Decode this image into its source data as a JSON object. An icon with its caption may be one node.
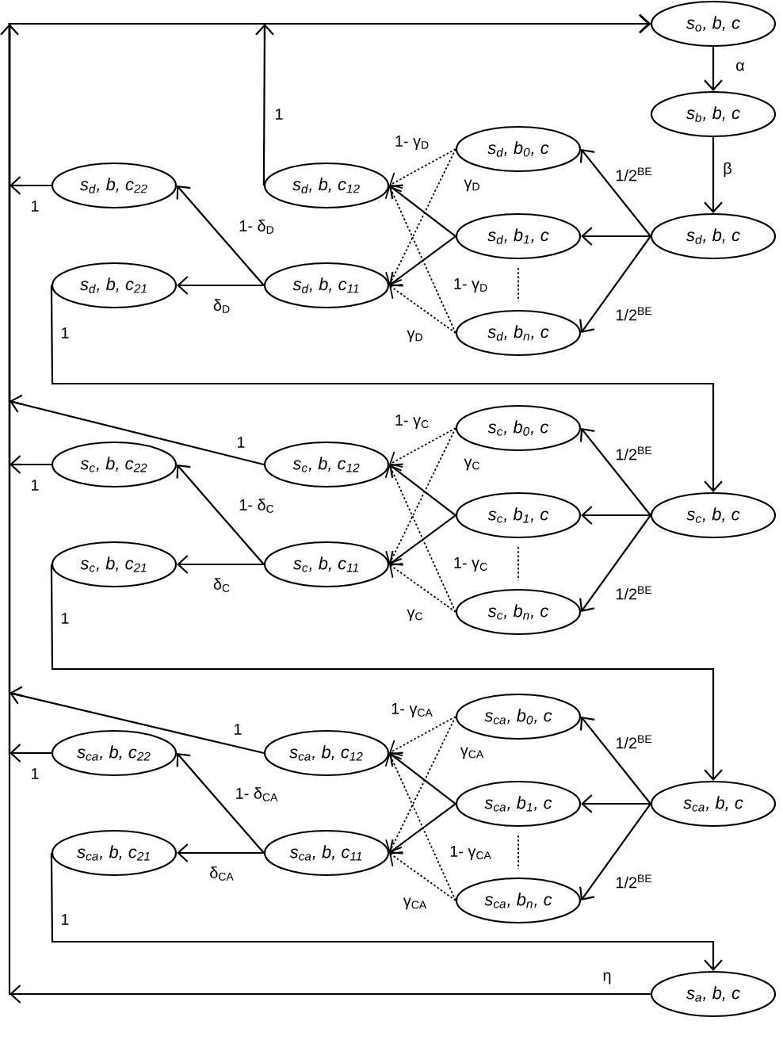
{
  "diagram": {
    "nodes": [
      {
        "text": [
          "s$_{o}$, b, c"
        ]
      },
      {
        "text": [
          "s$_{b}$, b, c"
        ]
      },
      {
        "text": [
          "s$_{d}$, b$_{0}$, c"
        ]
      },
      {
        "text": [
          "s$_{d}$, b, c$_{22}$"
        ]
      },
      {
        "text": [
          "s$_{d}$, b, c$_{12}$"
        ]
      },
      {
        "text": [
          "s$_{d}$, b$_{1}$, c"
        ]
      },
      {
        "text": [
          "s$_{d}$, b, c"
        ]
      },
      {
        "text": [
          "s$_{d}$, b, c$_{21}$"
        ]
      },
      {
        "text": [
          "s$_{d}$, b, c$_{11}$"
        ]
      },
      {
        "text": [
          "s$_{d}$, b$_{n}$, c"
        ]
      },
      {
        "text": [
          "s$_{c}$, b$_{0}$, c"
        ]
      },
      {
        "text": [
          "s$_{c}$, b, c$_{22}$"
        ]
      },
      {
        "text": [
          "s$_{c}$, b, c$_{12}$"
        ]
      },
      {
        "text": [
          "s$_{c}$, b$_{1}$, c"
        ]
      },
      {
        "text": [
          "s$_{c}$, b, c"
        ]
      },
      {
        "text": [
          "s$_{c}$, b, c$_{21}$"
        ]
      },
      {
        "text": [
          "s$_{c}$, b, c$_{11}$"
        ]
      },
      {
        "text": [
          "s$_{c}$, b$_{n}$, c"
        ]
      },
      {
        "text": [
          "s$_{ca}$, b$_{0}$, c"
        ]
      },
      {
        "text": [
          "s$_{ca}$, b, c$_{22}$"
        ]
      },
      {
        "text": [
          "s$_{ca}$, b, c$_{12}$"
        ]
      },
      {
        "text": [
          "s$_{ca}$, b$_{1}$, c"
        ]
      },
      {
        "text": [
          "s$_{ca}$, b, c"
        ]
      },
      {
        "text": [
          "s$_{ca}$, b, c$_{21}$"
        ]
      },
      {
        "text": [
          "s$_{ca}$, b, c$_{11}$"
        ]
      },
      {
        "text": [
          "s$_{ca}$, b$_{n}$, c"
        ]
      },
      {
        "text": [
          "s$_{a}$, b, c"
        ]
      }
    ],
    "edges": [
      {
        "from": 0,
        "to": 1,
        "arrow": "to",
        "label": "α"
      },
      {
        "from": 1,
        "to": 6,
        "arrow": "to",
        "label": "β"
      },
      {
        "from": 6,
        "to": 2,
        "arrow": "to",
        "label": "1/2$^{BE}$"
      },
      {
        "from": 6,
        "to": 5,
        "arrow": "to"
      },
      {
        "from": 6,
        "to": 9,
        "arrow": "to",
        "label": "1/2$^{BE}$"
      },
      {
        "from": 2,
        "to": 4,
        "arrow": "to",
        "label": "1- γ$_{D}$",
        "style": "dashed"
      },
      {
        "from": 2,
        "to": 8,
        "arrow": "to",
        "label": "γ$_{D}$",
        "style": "dashed"
      },
      {
        "from": 5,
        "to": 4,
        "arrow": "to"
      },
      {
        "from": 5,
        "to": 8,
        "arrow": "to"
      },
      {
        "from": 9,
        "to": 4,
        "arrow": "to",
        "label": "1- γ$_{D}$",
        "style": "dashed"
      },
      {
        "from": 9,
        "to": 8,
        "arrow": "to",
        "label": "γ$_{D}$",
        "style": "dashed"
      },
      {
        "from": 8,
        "to": 3,
        "arrow": "to",
        "label": "1- δ$_{D}$"
      },
      {
        "from": 8,
        "to": 7,
        "arrow": "to",
        "label": "δ$_{D}$"
      },
      {
        "from": 4,
        "to": 0,
        "arrow": "to",
        "label": "1"
      },
      {
        "from": 3,
        "to": 0,
        "arrow": "to",
        "label": "1"
      },
      {
        "from": 7,
        "to": 14,
        "arrow": "to",
        "label": "1"
      },
      {
        "from": 14,
        "to": 10,
        "arrow": "to",
        "label": "1/2$^{BE}$"
      },
      {
        "from": 14,
        "to": 13,
        "arrow": "to"
      },
      {
        "from": 14,
        "to": 17,
        "arrow": "to",
        "label": "1/2$^{BE}$"
      },
      {
        "from": 10,
        "to": 12,
        "arrow": "to",
        "label": "1- γ$_{C}$",
        "style": "dashed"
      },
      {
        "from": 10,
        "to": 16,
        "arrow": "to",
        "label": "γ$_{C}$",
        "style": "dashed"
      },
      {
        "from": 13,
        "to": 12,
        "arrow": "to"
      },
      {
        "from": 13,
        "to": 16,
        "arrow": "to"
      },
      {
        "from": 17,
        "to": 12,
        "arrow": "to",
        "label": "1- γ$_{C}$",
        "style": "dashed"
      },
      {
        "from": 17,
        "to": 16,
        "arrow": "to",
        "label": "γ$_{C}$",
        "style": "dashed"
      },
      {
        "from": 16,
        "to": 11,
        "arrow": "to",
        "label": "1- δ$_{C}$"
      },
      {
        "from": 16,
        "to": 15,
        "arrow": "to",
        "label": "δ$_{C}$"
      },
      {
        "from": 12,
        "to": 0,
        "arrow": "to",
        "label": "1"
      },
      {
        "from": 11,
        "to": 0,
        "arrow": "to",
        "label": "1"
      },
      {
        "from": 15,
        "to": 22,
        "arrow": "to",
        "label": "1"
      },
      {
        "from": 22,
        "to": 18,
        "arrow": "to",
        "label": "1/2$^{BE}$"
      },
      {
        "from": 22,
        "to": 21,
        "arrow": "to"
      },
      {
        "from": 22,
        "to": 25,
        "arrow": "to",
        "label": "1/2$^{BE}$"
      },
      {
        "from": 18,
        "to": 20,
        "arrow": "to",
        "label": "1- γ$_{CA}$",
        "style": "dashed"
      },
      {
        "from": 18,
        "to": 24,
        "arrow": "to",
        "label": "γ$_{CA}$",
        "style": "dashed"
      },
      {
        "from": 21,
        "to": 20,
        "arrow": "to"
      },
      {
        "from": 21,
        "to": 24,
        "arrow": "to"
      },
      {
        "from": 25,
        "to": 20,
        "arrow": "to",
        "label": "1- γ$_{CA}$",
        "style": "dashed"
      },
      {
        "from": 25,
        "to": 24,
        "arrow": "to",
        "label": "γ$_{CA}$",
        "style": "dashed"
      },
      {
        "from": 24,
        "to": 19,
        "arrow": "to",
        "label": "1- δ$_{CA}$"
      },
      {
        "from": 24,
        "to": 23,
        "arrow": "to",
        "label": "δ$_{CA}$"
      },
      {
        "from": 20,
        "to": 0,
        "arrow": "to",
        "label": "1"
      },
      {
        "from": 19,
        "to": 0,
        "arrow": "to",
        "label": "1"
      },
      {
        "from": 23,
        "to": 26,
        "arrow": "to",
        "label": "1"
      },
      {
        "from": 26,
        "to": 0,
        "arrow": "to",
        "label": "η"
      }
    ]
  }
}
